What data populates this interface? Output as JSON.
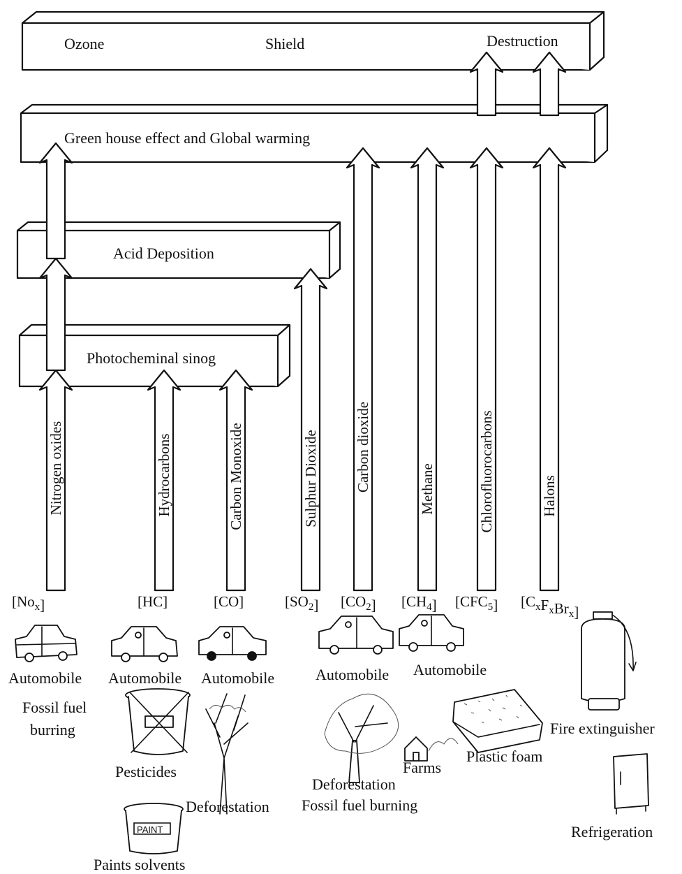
{
  "layers": {
    "ozone": {
      "left": "Ozone",
      "middle": "Shield",
      "right": "Destruction"
    },
    "greenhouse": "Green house effect and Global warming",
    "acid": "Acid Deposition",
    "smog": "Photocheminal sinog"
  },
  "pollutants": [
    {
      "name": "Nitrogen oxides",
      "formula": [
        "[No",
        {
          "sub": "x"
        },
        "]"
      ]
    },
    {
      "name": "Hydrocarbons",
      "formula": [
        "[HC]"
      ]
    },
    {
      "name": "Carbon Monoxide",
      "formula": [
        "[CO]"
      ]
    },
    {
      "name": "Sulphur Dioxide",
      "formula": [
        "[SO",
        {
          "sub": "2"
        },
        "]"
      ]
    },
    {
      "name": "Carbon dioxide",
      "formula": [
        "[CO",
        {
          "sub": "2"
        },
        "]"
      ]
    },
    {
      "name": "Methane",
      "formula": [
        "[CH",
        {
          "sub": "4"
        },
        "]"
      ]
    },
    {
      "name": "Chlorofluorocarbons",
      "formula": [
        "[CFC",
        {
          "sub": "5"
        },
        "]"
      ]
    },
    {
      "name": "Halons",
      "formula": [
        "[C",
        {
          "sub": "x"
        },
        "F",
        {
          "sub": "x"
        },
        "Br",
        {
          "sub": "x"
        },
        "]"
      ]
    }
  ],
  "sources": {
    "automobile": "Automobile",
    "fossil_fuel_1": "Fossil fuel",
    "fossil_fuel_2": "burring",
    "pesticides": "Pesticides",
    "paints": "Paints solvents",
    "deforestation": "Deforestation",
    "deforestation_2": "Deforestation",
    "fossil_fuel_burning": "Fossil fuel burning",
    "farms": "Farms",
    "plastic_foam": "Plastic foam",
    "fire_extinguisher": "Fire extinguisher",
    "refrigeration": "Refrigeration"
  },
  "icons": [
    "car-icon",
    "paint-bucket-icon",
    "tree-icon",
    "farm-house-icon",
    "plastic-foam-icon",
    "fire-extinguisher-icon",
    "refrigerator-icon"
  ]
}
